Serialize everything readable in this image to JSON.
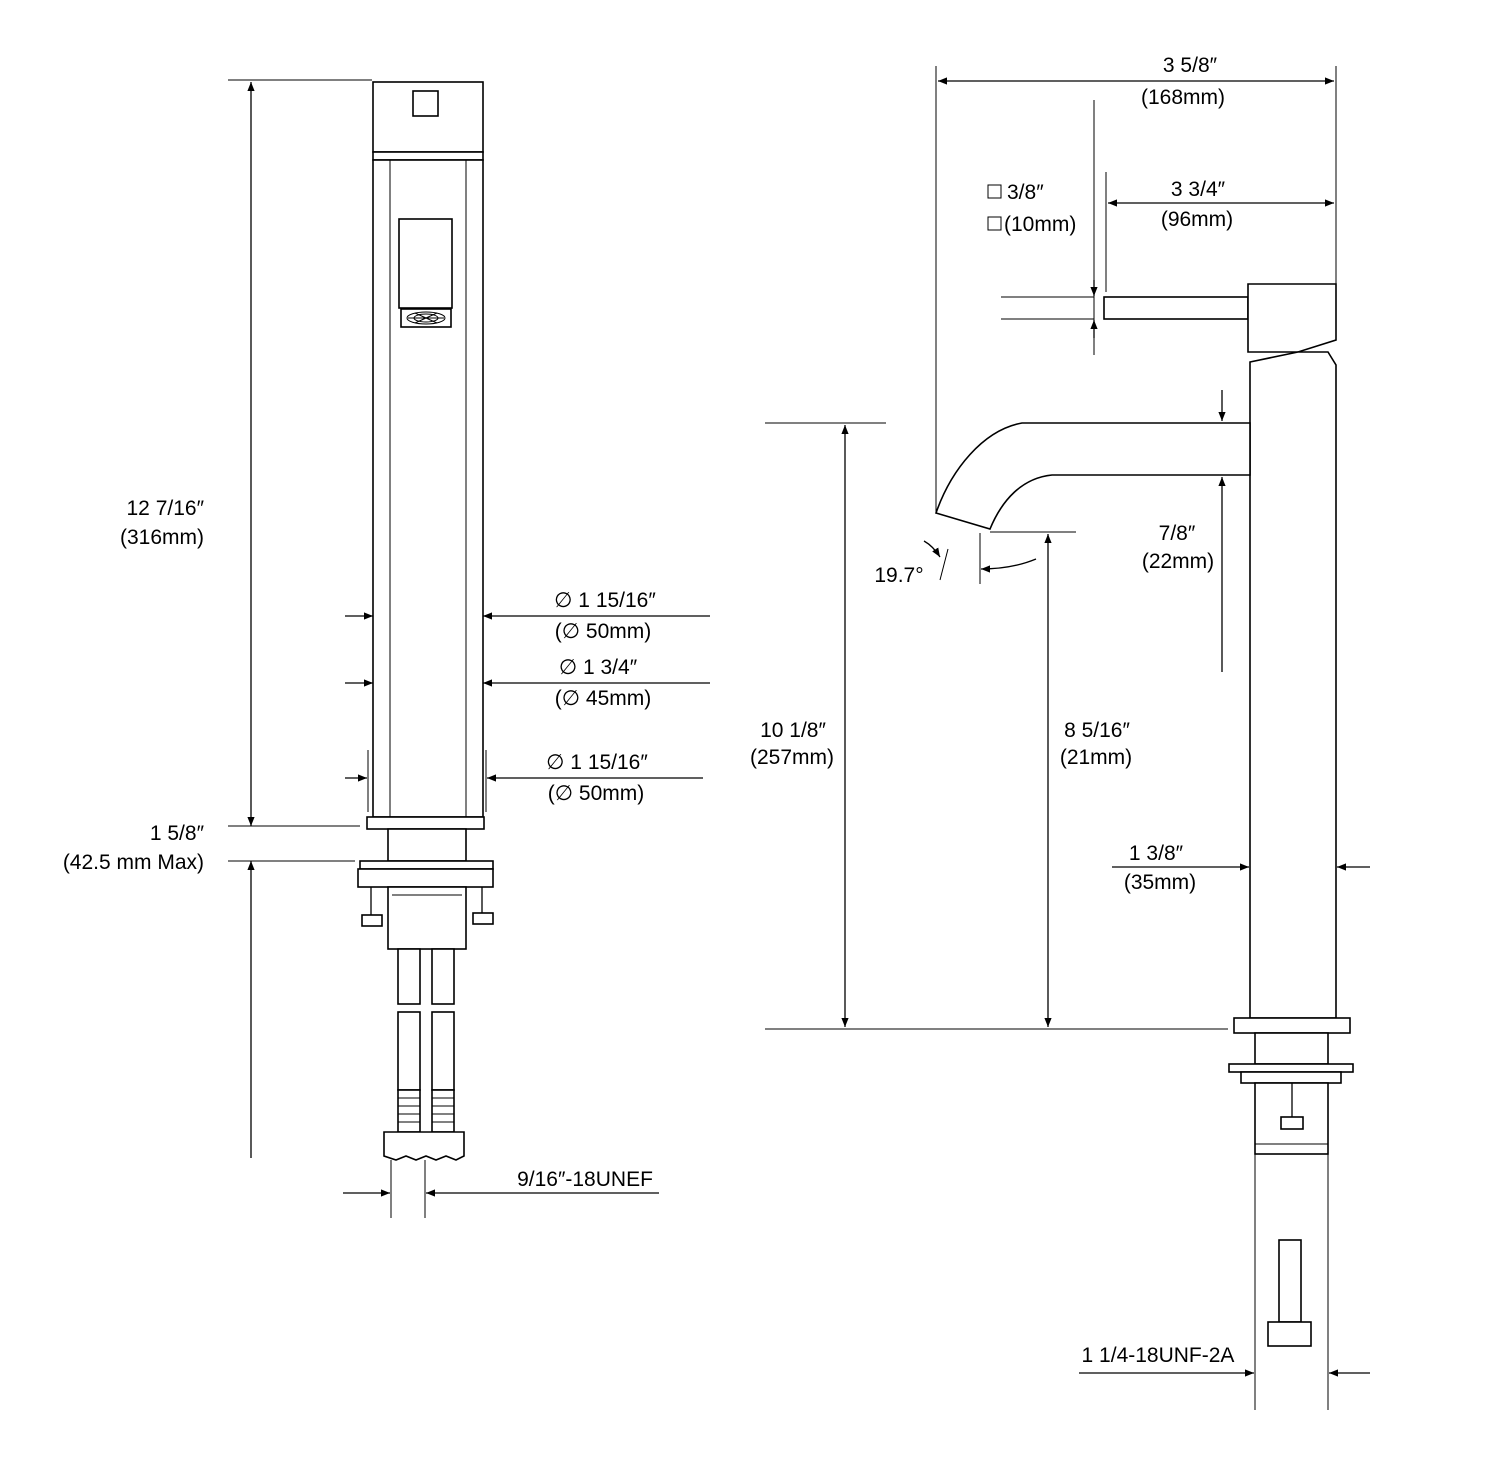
{
  "front_view": {
    "overall_height": {
      "imperial": "12 7/16″",
      "metric": "(316mm)"
    },
    "deck_thickness": {
      "imperial": "1 5/8″",
      "metric": "(42.5 mm Max)"
    },
    "upper_diameter": {
      "imperial": "∅ 1 15/16″",
      "metric": "(∅ 50mm)"
    },
    "mid_diameter": {
      "imperial": "∅ 1 3/4″",
      "metric": "(∅ 45mm)"
    },
    "base_diameter": {
      "imperial": "∅ 1 15/16″",
      "metric": "(∅ 50mm)"
    },
    "supply_thread": "9/16″-18UNEF"
  },
  "side_view": {
    "overall_reach": {
      "imperial": "3 5/8″",
      "metric": "(168mm)"
    },
    "handle_square": {
      "imperial": "3/8″",
      "metric": "(10mm)"
    },
    "handle_length": {
      "imperial": "3 3/4″",
      "metric": "(96mm)"
    },
    "spout_tube": {
      "imperial": "7/8″",
      "metric": "(22mm)"
    },
    "spout_angle": "19.7°",
    "spout_height": {
      "imperial": "10 1/8″",
      "metric": "(257mm)"
    },
    "aerator_height": {
      "imperial": "8 5/16″",
      "metric": "(21mm)"
    },
    "body_width": {
      "imperial": "1 3/8″",
      "metric": "(35mm)"
    },
    "shank_thread": "1 1/4-18UNF-2A"
  },
  "colors": {
    "line": "#000000",
    "background": "#ffffff"
  }
}
